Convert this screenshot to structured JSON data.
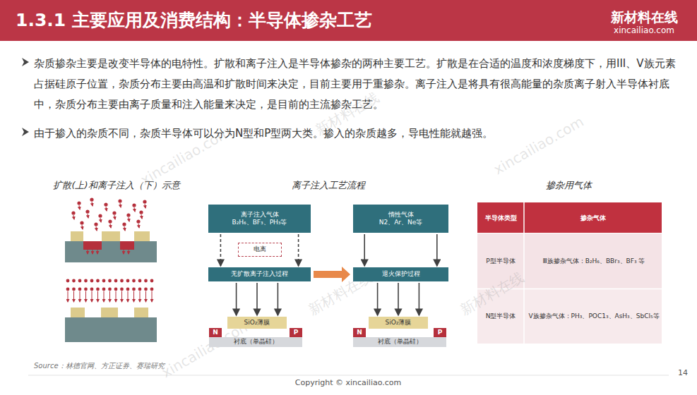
{
  "diagram": {
    "title": "1.3.1 主要应用及消费结构：半导体掺杂工艺",
    "nodes": [
      {
        "text": [
          "离子注入气体",
          "B₂H₆、BF₃、PH₃等"
        ]
      },
      {
        "text": [
          "电离"
        ]
      },
      {
        "text": [
          "无扩散离子注入过程"
        ]
      },
      {
        "text": [
          "SiO₂薄膜"
        ]
      },
      {
        "text": [
          "N"
        ]
      },
      {
        "text": [
          "P"
        ]
      },
      {
        "text": [
          "衬底（单晶硅）"
        ]
      },
      {
        "text": [
          "惰性气体",
          "N2、Ar、Ne等"
        ]
      },
      {
        "text": [
          "退火保护过程"
        ]
      },
      {
        "text": [
          "SiO₂薄膜"
        ]
      },
      {
        "text": [
          "N"
        ]
      },
      {
        "text": [
          "P"
        ]
      },
      {
        "text": [
          "衬底（单晶硅）"
        ]
      }
    ],
    "edges": [
      {
        "from": 0,
        "to": 2,
        "arrow": "to"
      },
      {
        "from": 2,
        "to": 3,
        "arrow": "to"
      },
      {
        "from": 2,
        "to": 8,
        "arrow": "to"
      },
      {
        "from": 7,
        "to": 8,
        "arrow": "to"
      },
      {
        "from": 8,
        "to": 9,
        "arrow": "to"
      }
    ],
    "labels": [
      "杂质掺杂主要是改变半导体的电特性。扩散和离子注入是半导体掺杂的两种主要工艺。扩散是在合适的温度和浓度梯度下，用III、V族元素占据硅原子位置，杂质分布主要由高温和扩散时间来决定，目前主要用于重掺杂。离子注入是将具有很高能量的杂质离子射入半导体衬底中，杂质分布主要由离子质量和注入能量来决定，是目前的主流掺杂工艺。",
      "由于掺入的杂质不同，杂质半导体可以分为N型和P型两大类。掺入的杂质越多，导电性能就越强。",
      "扩散(上)和离子注入（下）示意",
      "离子注入工艺流程",
      "掺杂用气体",
      "半导体类型",
      "掺杂气体",
      "P型半导体",
      "Ⅲ族掺杂气体：B₂H₆、BBr₃、BF₃ 等",
      "N型半导体",
      "Ⅴ族掺杂气体：PH₃、POC1₃、AsH₃、SbCl₅等",
      "Source：林德官网、方正证券、赛瑞研究",
      "Copyright © xincailiao.com",
      "14",
      "新材料在线",
      "xincailiao.com",
      "xincailiao.com",
      "新材料在线",
      "xincailiao.com",
      "新材料在线",
      "新材料在线",
      "xincailiao.com"
    ]
  }
}
